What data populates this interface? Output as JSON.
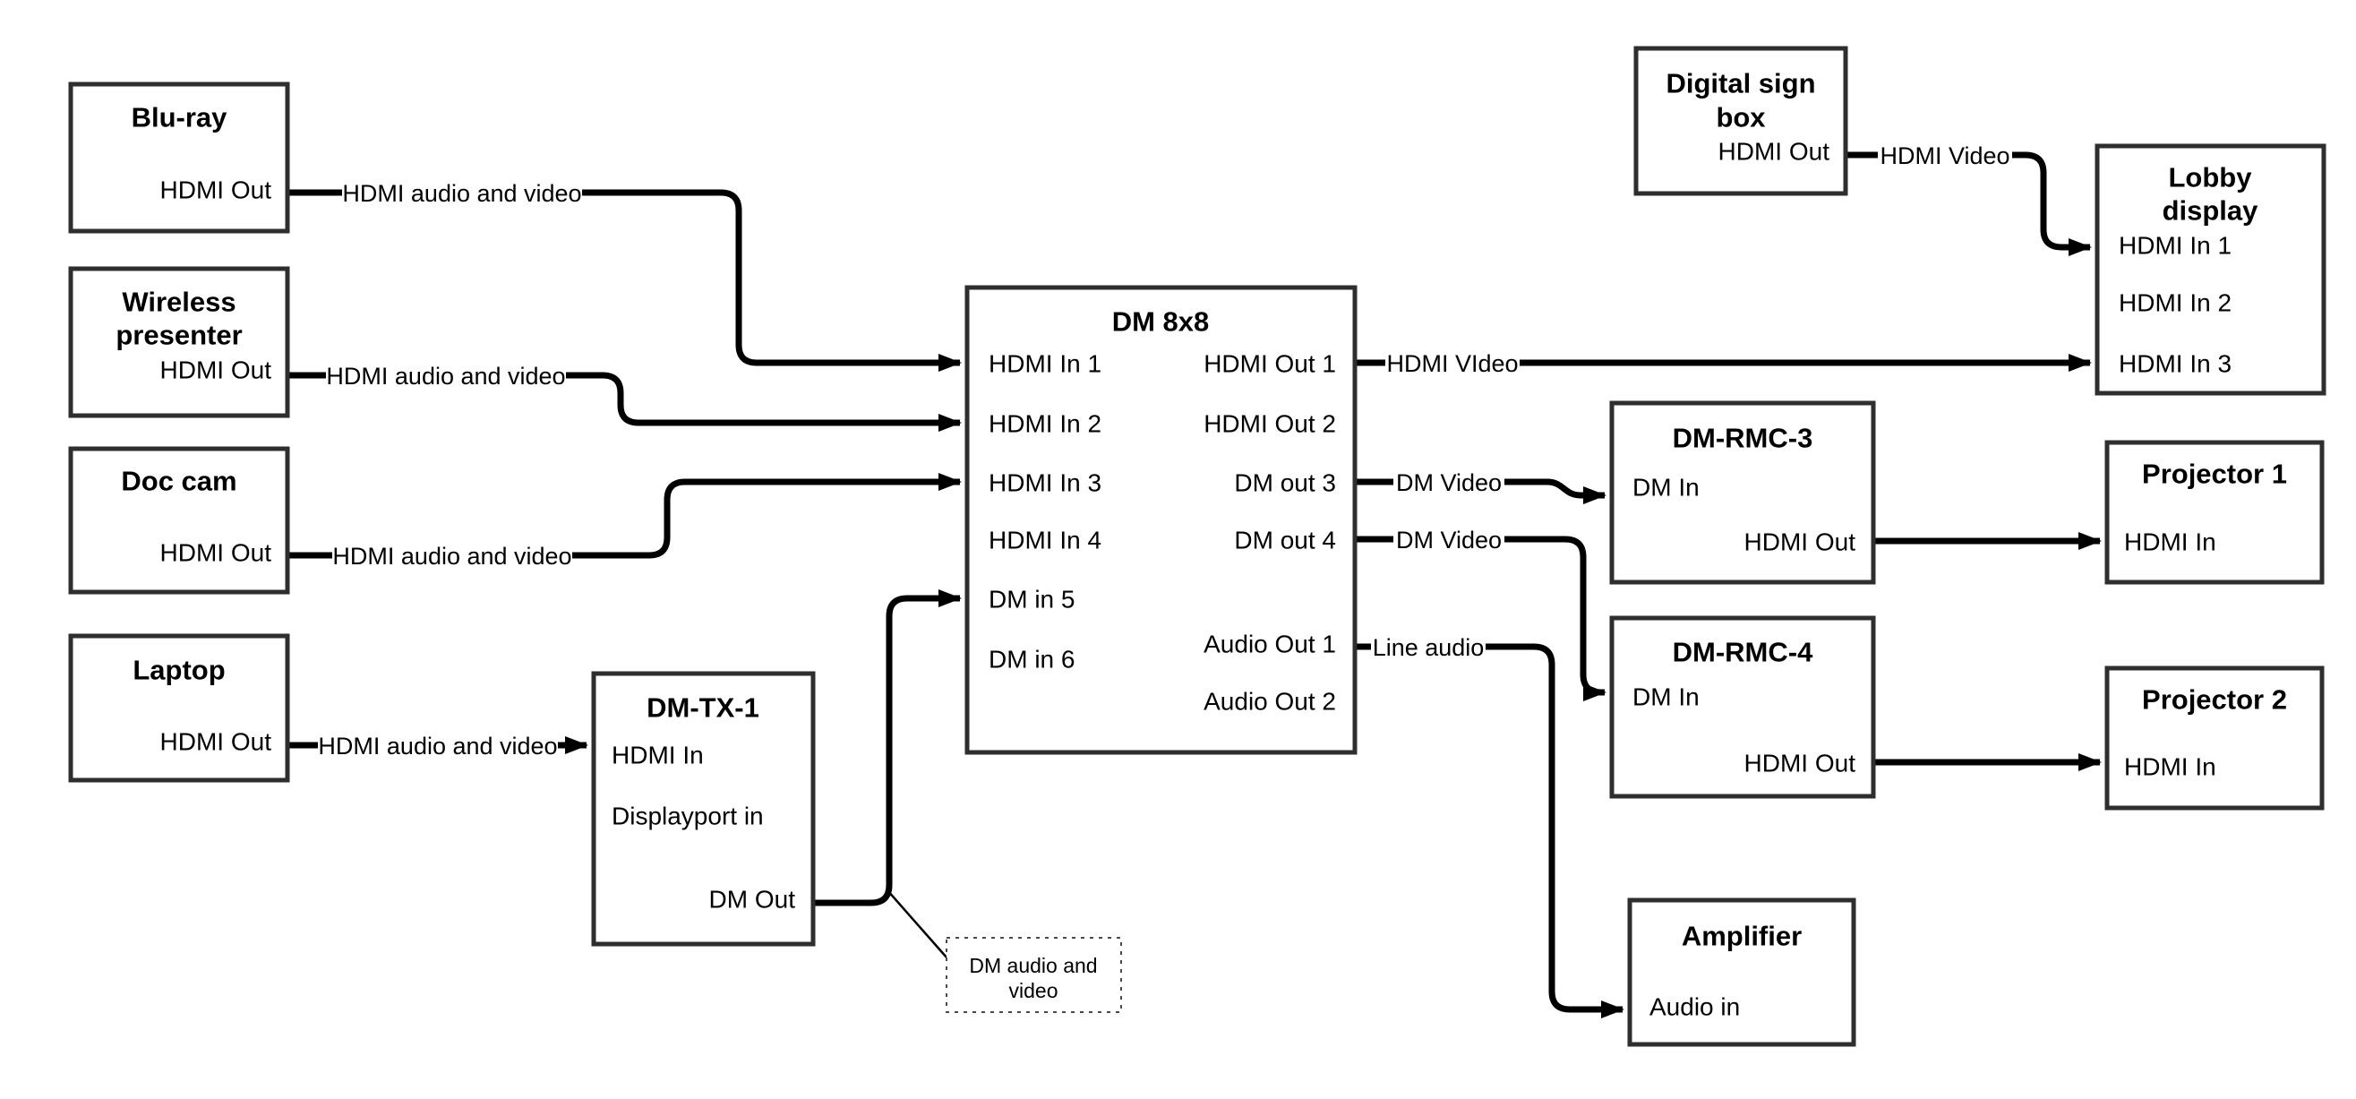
{
  "nodes": {
    "bluray": {
      "title": "Blu-ray",
      "port_out": "HDMI Out"
    },
    "wireless": {
      "title1": "Wireless",
      "title2": "presenter",
      "port_out": "HDMI Out"
    },
    "doccam": {
      "title": "Doc cam",
      "port_out": "HDMI Out"
    },
    "laptop": {
      "title": "Laptop",
      "port_out": "HDMI Out"
    },
    "dmtx1": {
      "title": "DM-TX-1",
      "port_hdmi_in": "HDMI In",
      "port_dp_in": "Displayport in",
      "port_dm_out": "DM Out"
    },
    "dm8x8": {
      "title": "DM 8x8",
      "inputs": [
        "HDMI In 1",
        "HDMI In 2",
        "HDMI In 3",
        "HDMI In 4",
        "DM in 5",
        "DM in 6"
      ],
      "outputs": [
        "HDMI Out 1",
        "HDMI Out 2",
        "DM out 3",
        "DM out 4",
        "Audio Out 1",
        "Audio Out 2"
      ]
    },
    "digital_sign": {
      "title1": "Digital sign",
      "title2": "box",
      "port_out": "HDMI Out"
    },
    "lobby": {
      "title1": "Lobby",
      "title2": "display",
      "ports": [
        "HDMI In 1",
        "HDMI In 2",
        "HDMI In 3"
      ]
    },
    "dmrmc3": {
      "title": "DM-RMC-3",
      "port_in": "DM In",
      "port_out": "HDMI Out"
    },
    "proj1": {
      "title": "Projector 1",
      "port_in": "HDMI In"
    },
    "dmrmc4": {
      "title": "DM-RMC-4",
      "port_in": "DM In",
      "port_out": "HDMI Out"
    },
    "proj2": {
      "title": "Projector 2",
      "port_in": "HDMI In"
    },
    "amplifier": {
      "title": "Amplifier",
      "port_in": "Audio in"
    }
  },
  "edges": {
    "bluray_to_dm8x8": "HDMI audio and video",
    "wireless_to_dm8x8": "HDMI audio and video",
    "doccam_to_dm8x8": "HDMI audio and video",
    "laptop_to_dmtx1": "HDMI audio and video",
    "dm8x8_to_lobby": "HDMI VIdeo",
    "dm8x8_to_dmrmc3": "DM Video",
    "dm8x8_to_dmrmc4": "DM Video",
    "dm8x8_to_amplifier": "Line audio",
    "digitalsign_to_lobby": "HDMI Video"
  },
  "note": {
    "line1": "DM audio and",
    "line2": "video"
  },
  "colors": {
    "background": "#ffffff",
    "box_border": "#2e2e2e",
    "line": "#000000"
  }
}
